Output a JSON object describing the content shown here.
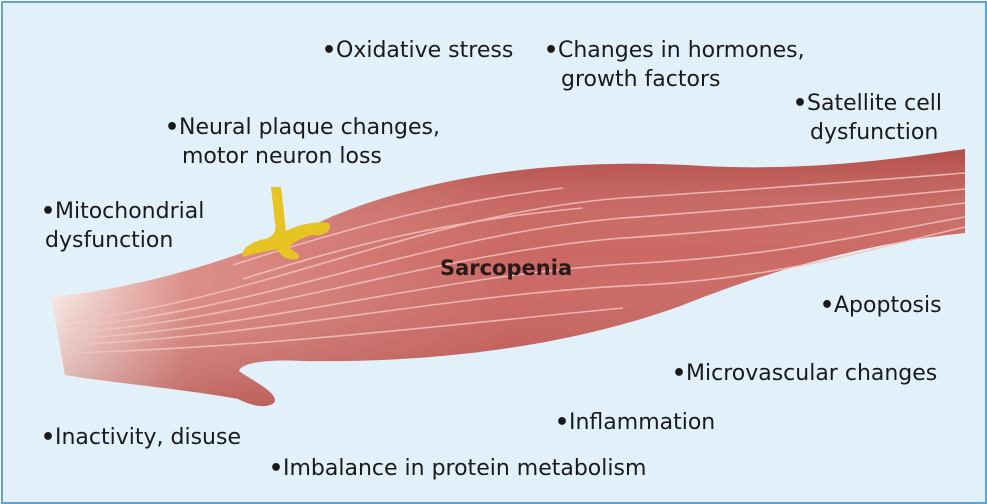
{
  "title": "Sarcopenia",
  "factors": [
    {
      "lines": [
        "Oxidative stress"
      ]
    },
    {
      "lines": [
        "Changes in hormones,",
        "growth factors"
      ]
    },
    {
      "lines": [
        "Satellite cell",
        "dysfunction"
      ]
    },
    {
      "lines": [
        "Neural plaque changes,",
        "motor neuron loss"
      ]
    },
    {
      "lines": [
        "Mitochondrial",
        "dysfunction"
      ]
    },
    {
      "lines": [
        "Apoptosis"
      ]
    },
    {
      "lines": [
        "Microvascular changes"
      ]
    },
    {
      "lines": [
        "Inflammation"
      ]
    },
    {
      "lines": [
        "Inactivity, disuse"
      ]
    },
    {
      "lines": [
        "Imbalance in protein metabolism"
      ]
    }
  ],
  "colors": {
    "background": "#e2f1f9",
    "border": "#5fa4d6",
    "muscle": "#c9615c",
    "nerve": "#e8c62a"
  }
}
